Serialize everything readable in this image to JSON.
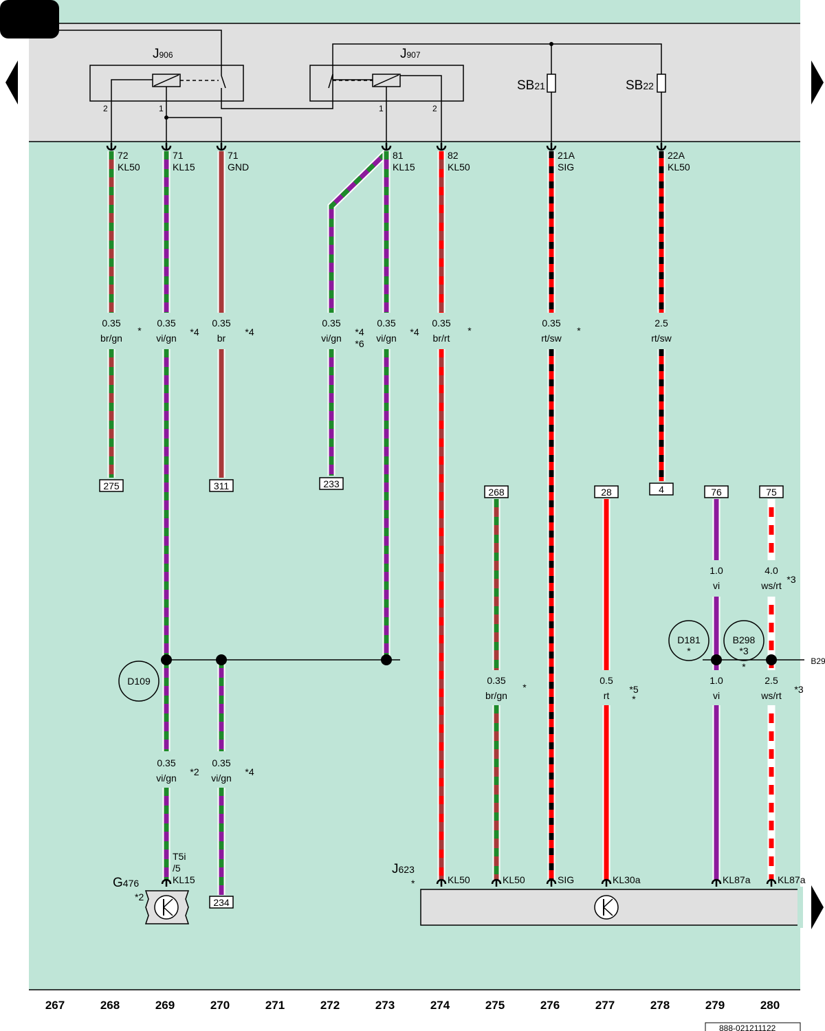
{
  "components": {
    "J906": {
      "main": "J",
      "sub": "906",
      "pin_left": "2",
      "pin_right": "1"
    },
    "J907": {
      "main": "J",
      "sub": "907",
      "pin_left": "1",
      "pin_right": "2"
    },
    "SB21": {
      "main": "SB",
      "sub": "21"
    },
    "SB22": {
      "main": "SB",
      "sub": "22"
    },
    "J623": {
      "main": "J",
      "sub": "623",
      "note": "*"
    },
    "G476": {
      "main": "G",
      "sub": "476",
      "note": "*2"
    }
  },
  "top_pins": [
    {
      "num": "72",
      "name": "KL50"
    },
    {
      "num": "71",
      "name": "KL15"
    },
    {
      "num": "71",
      "name": "GND"
    },
    {
      "num": "81",
      "name": "KL15"
    },
    {
      "num": "82",
      "name": "KL50"
    },
    {
      "num": "21A",
      "name": "SIG"
    },
    {
      "num": "22A",
      "name": "KL50"
    }
  ],
  "wire_labels": [
    {
      "size": "0.35",
      "color": "br/gn",
      "note": "*"
    },
    {
      "size": "0.35",
      "color": "vi/gn",
      "note": "*4"
    },
    {
      "size": "0.35",
      "color": "br",
      "note": "*4"
    },
    {
      "size": "0.35",
      "color": "vi/gn",
      "note": "*4",
      "note2": "*6"
    },
    {
      "size": "0.35",
      "color": "vi/gn",
      "note": "*4"
    },
    {
      "size": "0.35",
      "color": "br/rt",
      "note": "*"
    },
    {
      "size": "0.35",
      "color": "rt/sw",
      "note": "*"
    },
    {
      "size": "2.5",
      "color": "rt/sw",
      "note": ""
    },
    {
      "size": "1.0",
      "color": "vi",
      "note": ""
    },
    {
      "size": "4.0",
      "color": "ws/rt",
      "note": "*3"
    },
    {
      "size": "0.35",
      "color": "br/gn",
      "note": "*"
    },
    {
      "size": "0.5",
      "color": "rt",
      "note": "*5",
      "note2": "*"
    },
    {
      "size": "1.0",
      "color": "vi",
      "note": ""
    },
    {
      "size": "2.5",
      "color": "ws/rt",
      "note": "*3"
    },
    {
      "size": "0.35",
      "color": "vi/gn",
      "note": "*2"
    },
    {
      "size": "0.35",
      "color": "vi/gn",
      "note": "*4"
    }
  ],
  "refs": [
    "275",
    "311",
    "233",
    "268",
    "28",
    "4",
    "76",
    "75",
    "234"
  ],
  "junctions": {
    "D109": {
      "label": "D109",
      "note": ""
    },
    "D181": {
      "label": "D181",
      "note": "*"
    },
    "B298": {
      "label": "B298",
      "note": "*3"
    },
    "between_note": "*",
    "cut_label": "B29"
  },
  "g476_pin": {
    "line1": "T5i",
    "line2": "/5",
    "line3": "KL15"
  },
  "j623_pins": [
    "KL50",
    "KL50",
    "SIG",
    "KL30a",
    "KL87a",
    "KL87a"
  ],
  "columns": [
    "267",
    "268",
    "269",
    "270",
    "271",
    "272",
    "273",
    "274",
    "275",
    "276",
    "277",
    "278",
    "279",
    "280"
  ],
  "doc_number": "888-021211122",
  "colors": {
    "background": "#bfe5d7",
    "panel": "#e0e0e0",
    "br": "#a83a3a",
    "gn": "#1e8a2a",
    "vi": "#8c1a9c",
    "rt": "#ff0000",
    "sw": "#000000",
    "ws": "#ffffff"
  }
}
